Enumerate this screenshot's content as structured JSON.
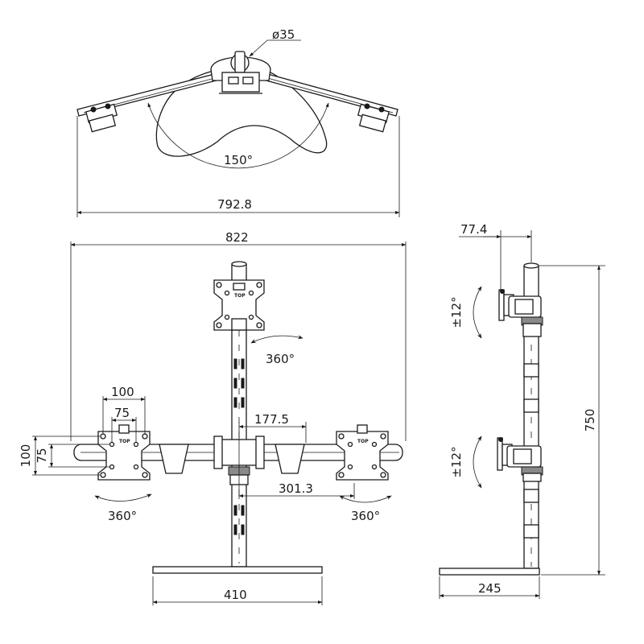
{
  "dimensions": {
    "pole_diameter": "ø35",
    "arm_angle": "150°",
    "top_width": "792.8",
    "total_width": "822",
    "vesa_outer_h": "100",
    "vesa_inner_h": "75",
    "vesa_outer_v": "100",
    "vesa_inner_v": "75",
    "offset_center": "177.5",
    "offset_side": "301.3",
    "base_width": "410",
    "side_offset": "77.4",
    "height": "750",
    "base_depth": "245"
  },
  "rotation": {
    "top": "360°",
    "left": "360°",
    "right": "360°"
  },
  "tilt": {
    "upper": "±12°",
    "lower": "±12°"
  },
  "plate_mark": "TOP"
}
